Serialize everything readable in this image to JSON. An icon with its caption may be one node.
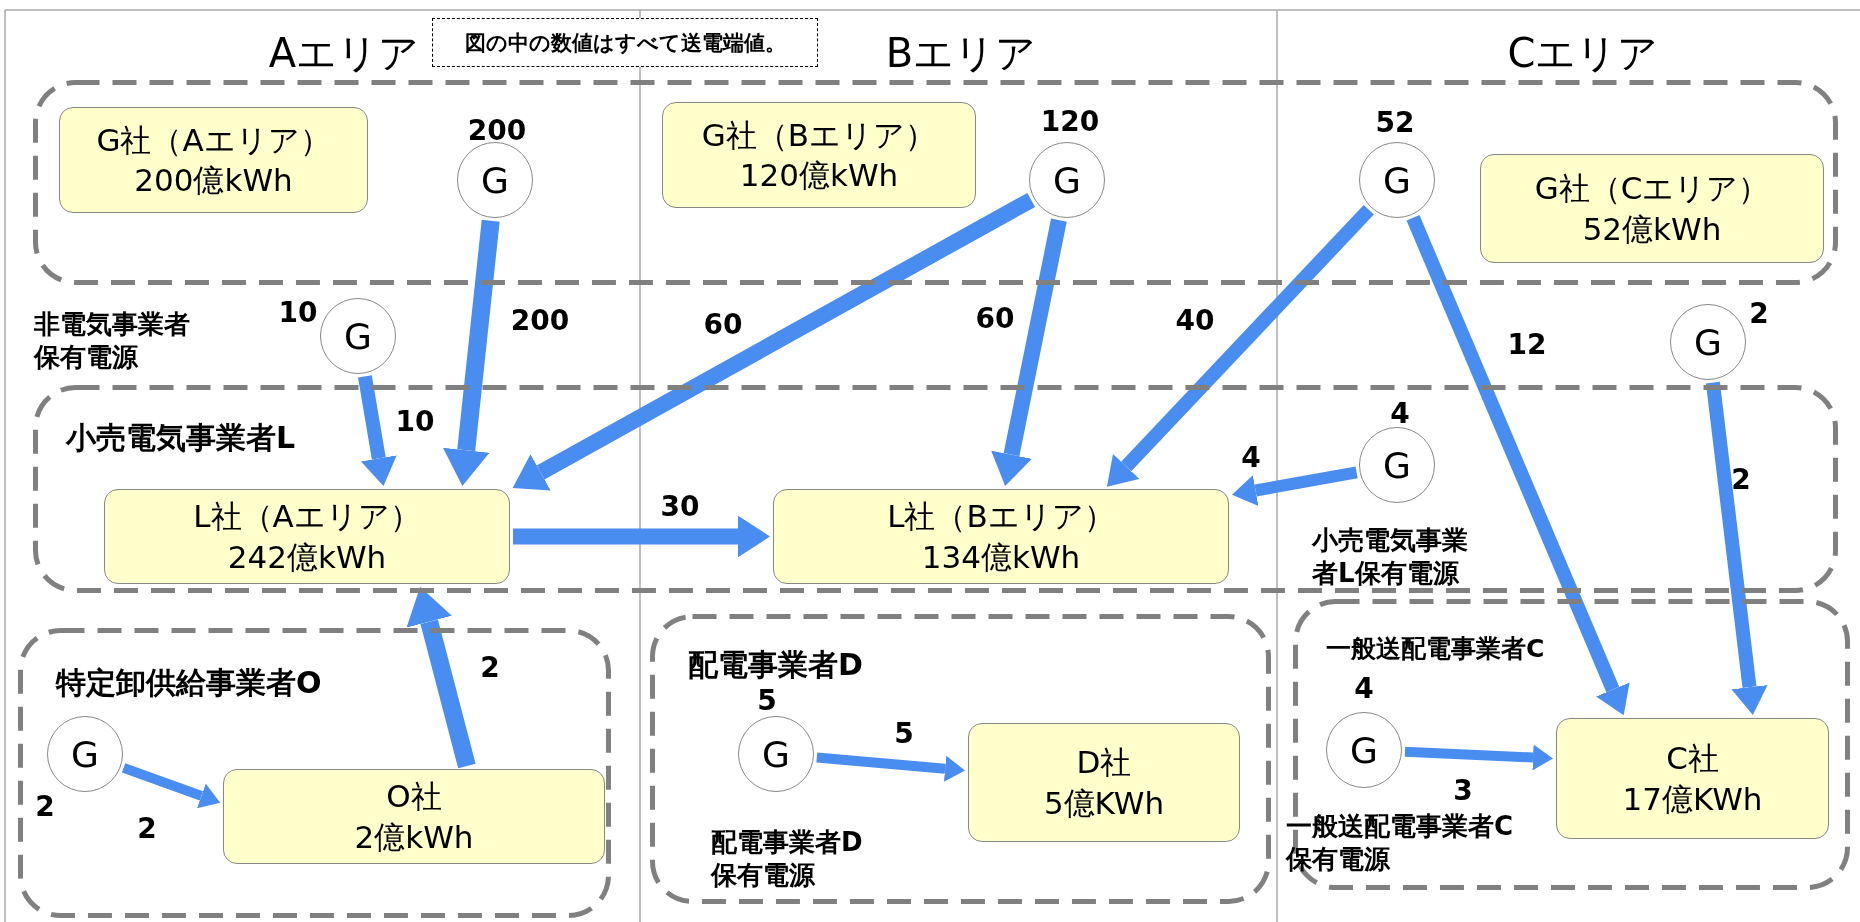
{
  "diagram": {
    "nodes": [
      {
        "text": [
          "図の中の数値はすべて送電端値。"
        ]
      },
      {
        "text": [],
        "shape": "box"
      },
      {
        "text": [
          "G社（Aエリア）",
          "200億kWh"
        ],
        "in": 1
      },
      {
        "text": [
          "G"
        ],
        "in": 1,
        "beside": [
          "200"
        ]
      },
      {
        "text": [
          "G社（Bエリア）",
          "120億kWh"
        ],
        "in": 1
      },
      {
        "text": [
          "G"
        ],
        "in": 1,
        "beside": [
          "120"
        ]
      },
      {
        "text": [
          "G"
        ],
        "in": 1,
        "beside": [
          "52"
        ]
      },
      {
        "text": [
          "G社（Cエリア）",
          "52億kWh"
        ],
        "in": 1
      },
      {
        "text": [
          "G"
        ],
        "beside": [
          "10",
          "非電気事業者保有電源"
        ]
      },
      {
        "text": [
          "G"
        ],
        "beside": [
          "2"
        ]
      },
      {
        "text": [
          "小売電気事業者L"
        ]
      },
      {
        "text": [
          "L社（Aエリア）",
          "242億kWh"
        ],
        "in": 10
      },
      {
        "text": [
          "L社（Bエリア）",
          "134億kWh"
        ],
        "in": 10
      },
      {
        "text": [
          "G"
        ],
        "in": 10,
        "beside": [
          "4",
          "小売電気事業者L保有電源"
        ]
      },
      {
        "text": [
          "特定卸供給事業者O"
        ]
      },
      {
        "text": [
          "G"
        ],
        "in": 14,
        "beside": [
          "2"
        ]
      },
      {
        "text": [
          "O社",
          "2億kWh"
        ],
        "in": 14
      },
      {
        "text": [
          "配電事業者D"
        ]
      },
      {
        "text": [
          "G"
        ],
        "in": 17,
        "beside": [
          "5",
          "配電事業者D保有電源"
        ]
      },
      {
        "text": [
          "D社",
          "5億KWh"
        ],
        "in": 17
      },
      {
        "text": [
          "一般送配電事業者C"
        ]
      },
      {
        "text": [
          "G"
        ],
        "in": 20,
        "beside": [
          "4",
          "一般送配電事業者C保有電源"
        ]
      },
      {
        "text": [
          "C社",
          "17億KWh"
        ],
        "in": 20
      }
    ],
    "edges": [
      {
        "from": 3,
        "to": 11,
        "arrow": "to",
        "label": "200"
      },
      {
        "from": 8,
        "to": 11,
        "arrow": "to",
        "label": "10"
      },
      {
        "from": 5,
        "to": 11,
        "arrow": "to",
        "label": "60"
      },
      {
        "from": 5,
        "to": 12,
        "arrow": "to",
        "label": "60"
      },
      {
        "from": 6,
        "to": 12,
        "arrow": "to",
        "label": "40"
      },
      {
        "from": 6,
        "to": 22,
        "arrow": "to",
        "label": "12"
      },
      {
        "from": 11,
        "to": 12,
        "arrow": "to",
        "label": "30"
      },
      {
        "from": 13,
        "to": 12,
        "arrow": "to",
        "label": "4"
      },
      {
        "from": 9,
        "to": 22,
        "arrow": "to",
        "label": "2"
      },
      {
        "from": 16,
        "to": 11,
        "arrow": "to",
        "label": "2"
      },
      {
        "from": 15,
        "to": 16,
        "arrow": "to",
        "label": "2"
      },
      {
        "from": 18,
        "to": 19,
        "arrow": "to",
        "label": "5"
      },
      {
        "from": 21,
        "to": 22,
        "arrow": "to",
        "label": "3"
      }
    ],
    "labels": [
      "Aエリア",
      "Bエリア",
      "Cエリア"
    ]
  }
}
